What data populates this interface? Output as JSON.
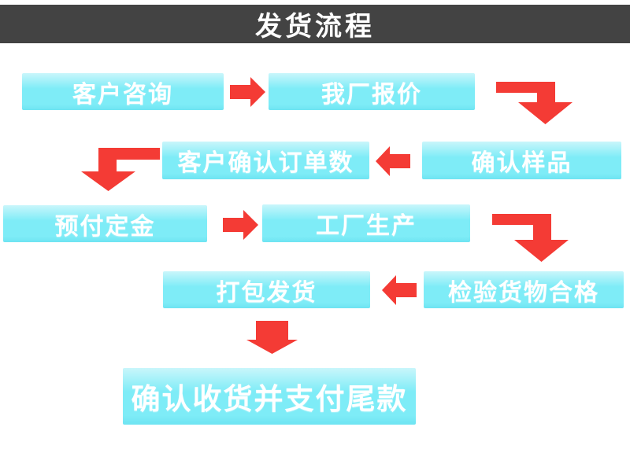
{
  "header": {
    "title": "发货流程"
  },
  "flow": {
    "steps": [
      {
        "id": "customer-inquiry",
        "label": "客户咨询"
      },
      {
        "id": "factory-quote",
        "label": "我厂报价"
      },
      {
        "id": "confirm-sample",
        "label": "确认样品"
      },
      {
        "id": "confirm-order-quantity",
        "label": "客户确认订单数"
      },
      {
        "id": "prepay-deposit",
        "label": "预付定金"
      },
      {
        "id": "factory-production",
        "label": "工厂生产"
      },
      {
        "id": "inspect-goods-qualified",
        "label": "检验货物合格"
      },
      {
        "id": "pack-and-ship",
        "label": "打包发货"
      },
      {
        "id": "confirm-receipt-pay-balance",
        "label": "确认收货并支付尾款"
      }
    ],
    "connections": [
      {
        "from": "客户咨询",
        "to": "我厂报价",
        "arrow": "right"
      },
      {
        "from": "我厂报价",
        "to": "确认样品",
        "arrow": "elbow-down-right"
      },
      {
        "from": "确认样品",
        "to": "客户确认订单数",
        "arrow": "left"
      },
      {
        "from": "客户确认订单数",
        "to": "预付定金",
        "arrow": "elbow-down-left"
      },
      {
        "from": "预付定金",
        "to": "工厂生产",
        "arrow": "right"
      },
      {
        "from": "工厂生产",
        "to": "检验货物合格",
        "arrow": "elbow-down-right"
      },
      {
        "from": "检验货物合格",
        "to": "打包发货",
        "arrow": "left"
      },
      {
        "from": "打包发货",
        "to": "确认收货并支付尾款",
        "arrow": "down"
      }
    ]
  },
  "colors": {
    "banner": "#434343",
    "box": "#7eecf7",
    "box_light": "#c9f6fb",
    "arrow": "#f43b35",
    "text": "#ffffff"
  }
}
